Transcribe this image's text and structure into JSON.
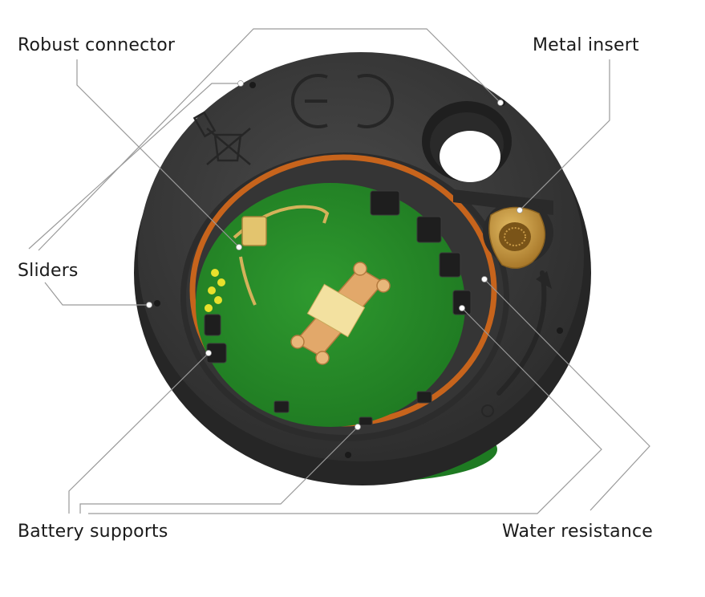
{
  "callouts": {
    "robust_connector": "Robust connector",
    "metal_insert": "Metal insert",
    "sliders": "Sliders",
    "battery_supports": "Battery supports",
    "water_resistance": "Water resistance"
  },
  "colors": {
    "housing": "#3d3d3d",
    "housing_dark": "#2a2a2a",
    "pcb": "#2a8f2a",
    "gasket": "#c7641c",
    "brass": "#c99a3a",
    "leader": "#9a9a9a"
  }
}
